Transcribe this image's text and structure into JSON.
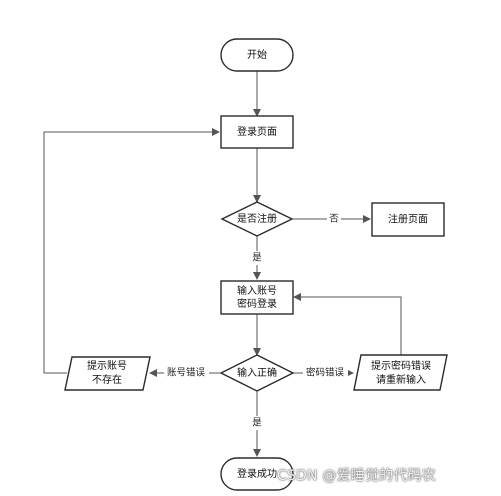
{
  "nodes": {
    "start": "开始",
    "login_page": "登录页面",
    "is_registered": "是否注册",
    "register_page": "注册页面",
    "input_credentials": [
      "输入账号",
      "密码登录"
    ],
    "input_correct": "输入正确",
    "account_not_exist": [
      "提示账号",
      "不存在"
    ],
    "password_error": [
      "提示密码错误",
      "请重新输入"
    ],
    "login_success": "登录成功"
  },
  "edges": {
    "no": "否",
    "yes_registered": "是",
    "account_error": "账号错误",
    "password_wrong": "密码错误",
    "yes_correct": "是"
  },
  "watermark": "CSDN @爱睡觉的代码农"
}
